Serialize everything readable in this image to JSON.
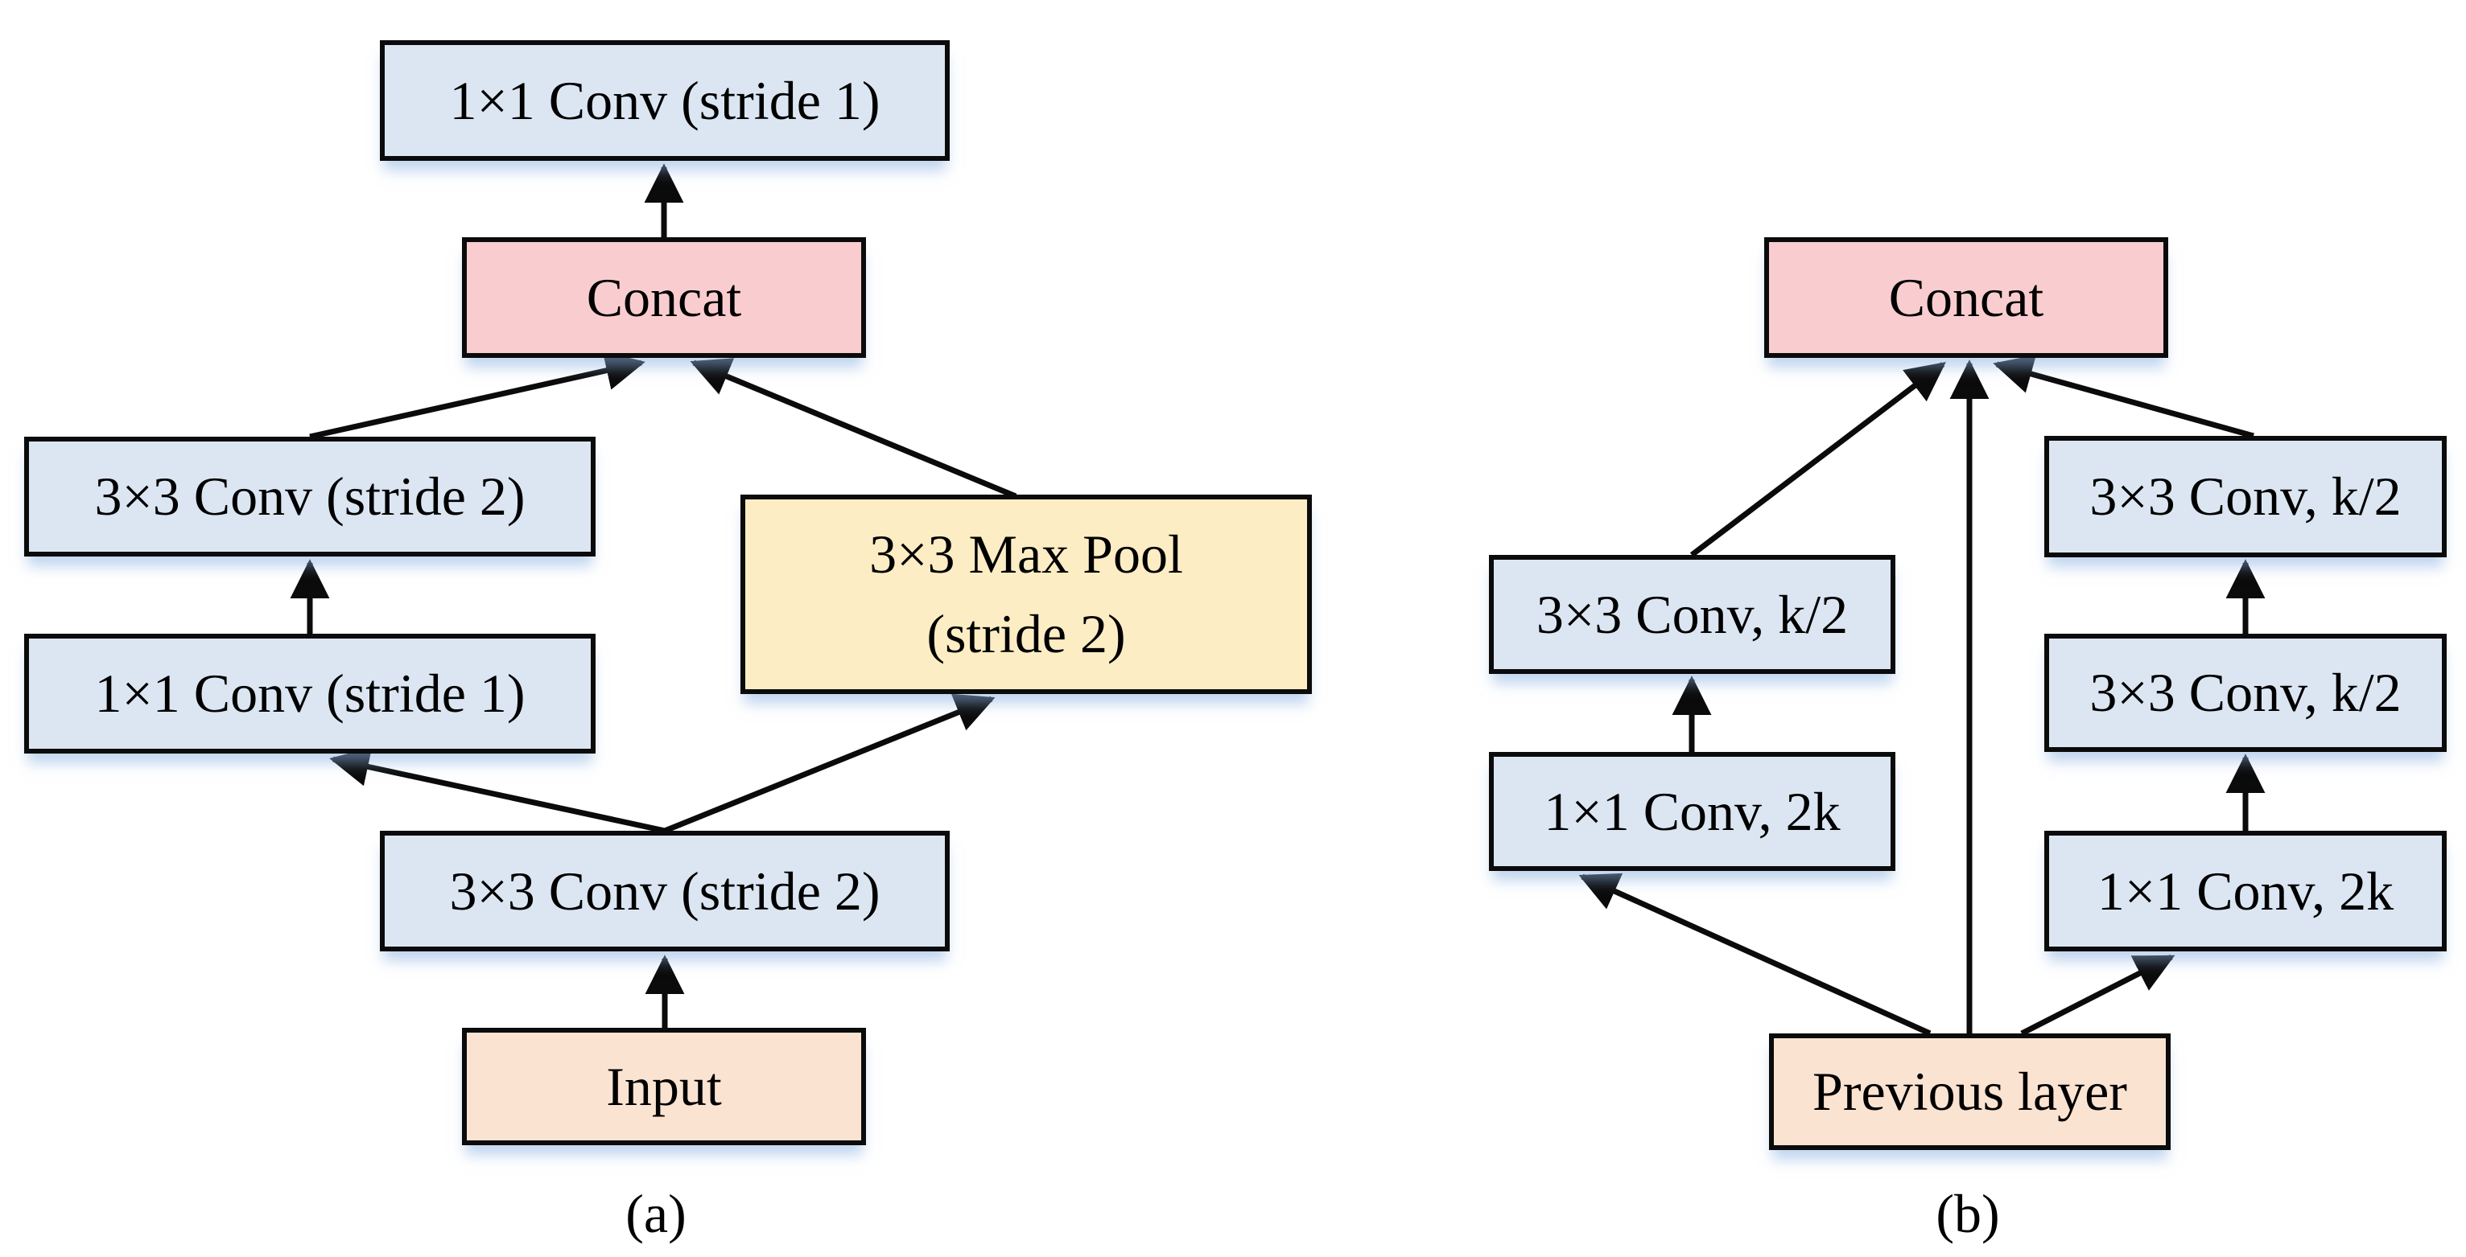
{
  "figure": {
    "panels": [
      {
        "label": "(a)",
        "nodes": {
          "output_conv": "1×1 Conv (stride 1)",
          "concat": "Concat",
          "left_conv": "3×3 Conv (stride 2)",
          "left_bottleneck": "1×1 Conv (stride 1)",
          "max_pool": "3×3 Max Pool\n(stride 2)",
          "stem_conv": "3×3 Conv (stride 2)",
          "input": "Input"
        }
      },
      {
        "label": "(b)",
        "nodes": {
          "concat": "Concat",
          "left_conv": "3×3 Conv, k/2",
          "left_bottleneck": "1×1 Conv, 2k",
          "right_conv_top": "3×3 Conv, k/2",
          "right_conv_mid": "3×3 Conv, k/2",
          "right_bottleneck": "1×1 Conv, 2k",
          "previous_layer": "Previous layer"
        }
      }
    ],
    "colors": {
      "conv": "#dce6f2",
      "concat": "#f9cdd0",
      "pool": "#fdedc4",
      "io": "#fbe3d2",
      "border": "#0b0b0b",
      "arrow": "#0b0b0b"
    }
  }
}
